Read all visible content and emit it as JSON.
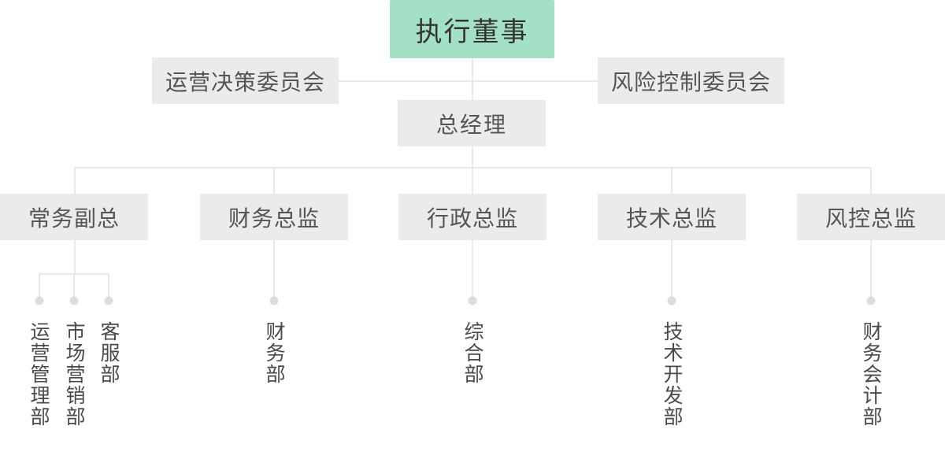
{
  "top": {
    "label": "执行董事"
  },
  "committees": [
    {
      "label": "运营决策委员会"
    },
    {
      "label": "风险控制委员会"
    }
  ],
  "general_manager": {
    "label": "总经理"
  },
  "directors": [
    {
      "label": "常务副总",
      "departments": [
        "运营管理部",
        "市场营销部",
        "客服部"
      ]
    },
    {
      "label": "财务总监",
      "departments": [
        "财务部"
      ]
    },
    {
      "label": "行政总监",
      "departments": [
        "综合部"
      ]
    },
    {
      "label": "技术总监",
      "departments": [
        "技术开发部"
      ]
    },
    {
      "label": "风控总监",
      "departments": [
        "财务会计部"
      ]
    }
  ],
  "colors": {
    "top_fill": "#a3e0c6",
    "box_fill": "#ebebeb",
    "line": "#dddddd",
    "dot": "#dddddd"
  }
}
